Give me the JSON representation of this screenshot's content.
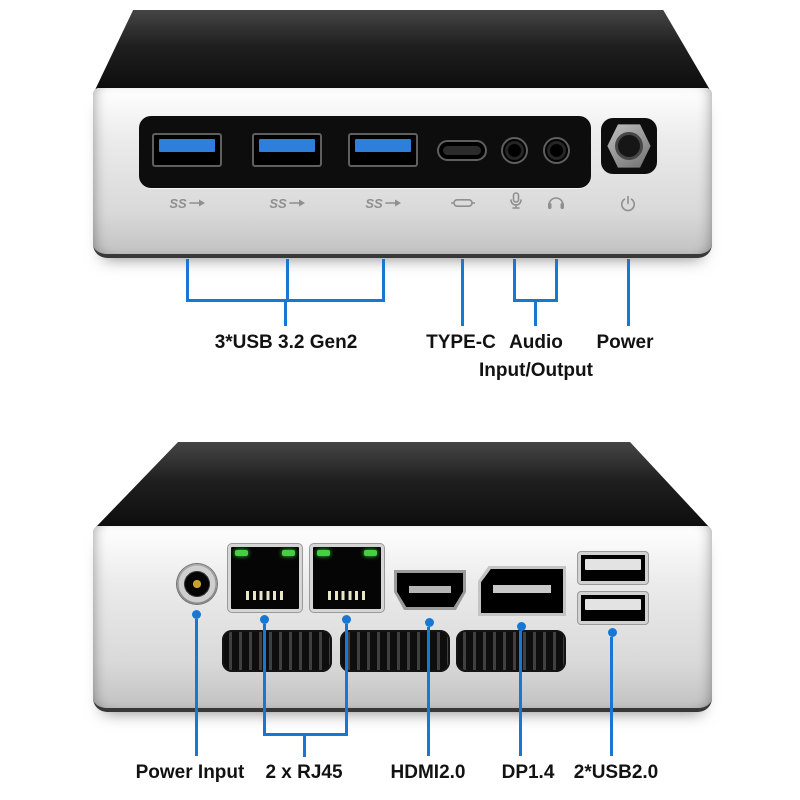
{
  "front_view": {
    "ports": {
      "superspeed_label": "SS"
    },
    "callouts": {
      "usb": "3*USB 3.2 Gen2",
      "typec": "TYPE-C",
      "audio": "Audio",
      "audio_sub": "Input/Output",
      "power": "Power"
    }
  },
  "rear_view": {
    "callouts": {
      "power_input": "Power Input",
      "rj45": "2 x RJ45",
      "hdmi": "HDMI2.0",
      "dp": "DP1.4",
      "usb2": "2*USB2.0"
    }
  },
  "colors": {
    "callout_line": "#1877d2",
    "usb3_tab": "#2e7fdb",
    "device_top": "#1f1f1f",
    "body_silver": "#e0e0e0",
    "led_green": "#43d13f"
  }
}
